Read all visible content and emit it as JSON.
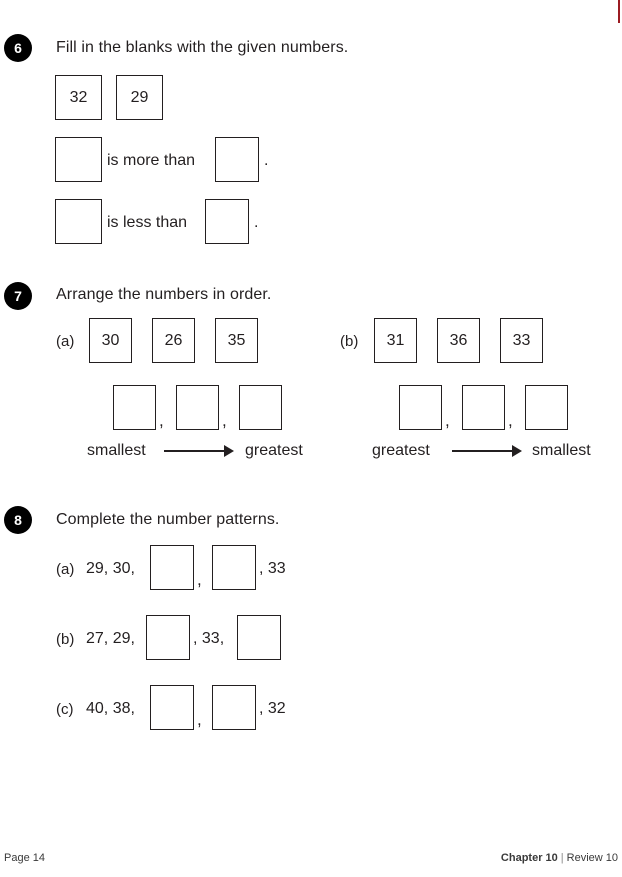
{
  "page": {
    "footer_left": "Page 14",
    "footer_chapter": "Chapter 10",
    "footer_separator": "|",
    "footer_review": "Review 10",
    "crop_mark_color": "#9b1b21",
    "ink_color": "#231f20"
  },
  "questions": [
    {
      "number": "6",
      "stem": "Fill in the blanks with the given numbers.",
      "given": [
        "32",
        "29"
      ],
      "statements": [
        {
          "blank_left": "",
          "text": "is more than",
          "blank_right": "",
          "period": "."
        },
        {
          "blank_left": "",
          "text": "is less than",
          "blank_right": "",
          "period": "."
        }
      ]
    },
    {
      "number": "7",
      "stem": "Arrange the numbers in order.",
      "parts": [
        {
          "label": "(a)",
          "numbers": [
            "30",
            "26",
            "35"
          ],
          "answers": [
            "",
            "",
            ""
          ],
          "comma": ",",
          "order_from": "smallest",
          "order_to": "greatest"
        },
        {
          "label": "(b)",
          "numbers": [
            "31",
            "36",
            "33"
          ],
          "answers": [
            "",
            "",
            ""
          ],
          "comma": ",",
          "order_from": "greatest",
          "order_to": "smallest"
        }
      ]
    },
    {
      "number": "8",
      "stem": "Complete the number patterns.",
      "patterns": [
        {
          "label": "(a)",
          "prefix": "29, 30,",
          "middle": ",",
          "suffix": ", 33",
          "blanks": [
            "",
            ""
          ]
        },
        {
          "label": "(b)",
          "prefix": "27, 29,",
          "middle": ", 33,",
          "suffix": "",
          "blanks": [
            "",
            ""
          ]
        },
        {
          "label": "(c)",
          "prefix": "40, 38,",
          "middle": ",",
          "suffix": ", 32",
          "blanks": [
            "",
            ""
          ]
        }
      ]
    }
  ]
}
